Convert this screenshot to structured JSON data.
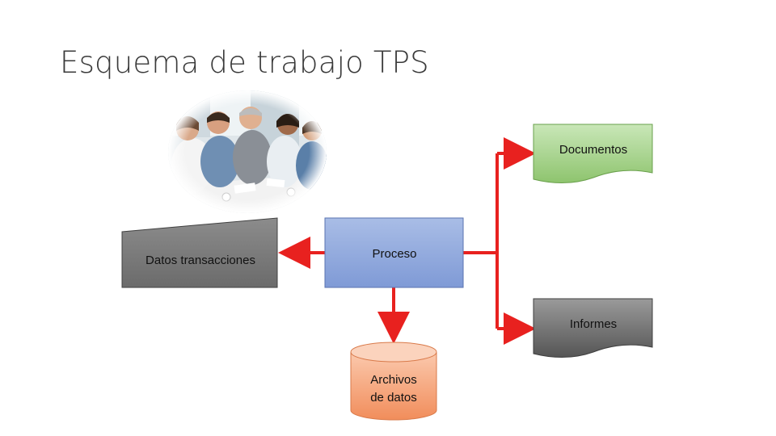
{
  "title": "Esquema de trabajo TPS",
  "nodes": {
    "datos": "Datos transacciones",
    "proceso": "Proceso",
    "documentos": "Documentos",
    "informes": "Informes",
    "archivos_line1": "Archivos",
    "archivos_line2": "de datos"
  },
  "photo": {
    "subject": "business-meeting-photo"
  },
  "colors": {
    "arrow": "#e8211f",
    "proceso_fill": "#8fa8dc",
    "documentos_fill": "#a4d48a",
    "informes_fill": "#7a7a7a",
    "datos_fill": "#7f7f7f",
    "archivos_fill": "#f6a57c"
  }
}
